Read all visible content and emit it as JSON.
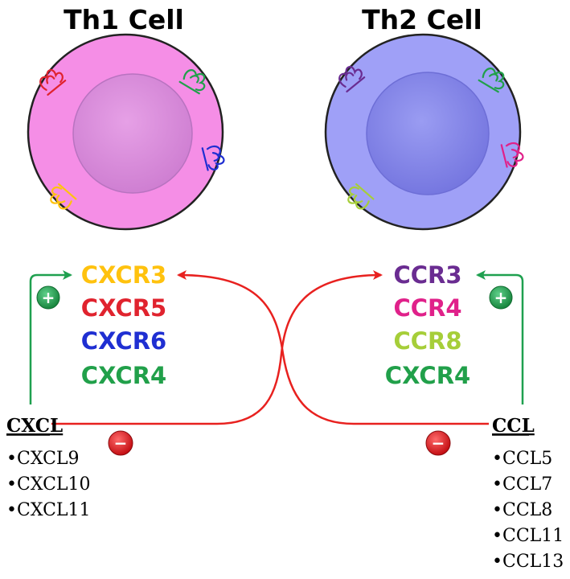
{
  "cells": [
    {
      "title": "Th1 Cell",
      "membrane_color": "#f58ee6",
      "nucleus_color": "#d98ad8",
      "receptor_colors": [
        "#e0232e",
        "#21a04a",
        "#1f2fd2",
        "#ffc20e"
      ]
    },
    {
      "title": "Th2 Cell",
      "membrane_color": "#9fa0f7",
      "nucleus_color": "#8686e8",
      "receptor_colors": [
        "#6a2c91",
        "#21a04a",
        "#e0218a",
        "#a6ce39"
      ]
    }
  ],
  "th1_receptors": [
    {
      "label": "CXCR3",
      "color": "#ffc20e"
    },
    {
      "label": "CXCR5",
      "color": "#e0232e"
    },
    {
      "label": "CXCR6",
      "color": "#1f2fd2"
    },
    {
      "label": "CXCR4",
      "color": "#21a04a"
    }
  ],
  "th2_receptors": [
    {
      "label": "CCR3",
      "color": "#6a2c91"
    },
    {
      "label": "CCR4",
      "color": "#e0218a"
    },
    {
      "label": "CCR8",
      "color": "#a6ce39"
    },
    {
      "label": "CXCR4",
      "color": "#21a04a"
    }
  ],
  "cxcl": {
    "heading": "CXCL",
    "items": [
      "CXCL9",
      "CXCL10",
      "CXCL11"
    ]
  },
  "ccl": {
    "heading": "CCL",
    "items": [
      "CCL5",
      "CCL7",
      "CCL8",
      "CCL11",
      "CCL13"
    ]
  },
  "signs": {
    "plus": "+",
    "minus": "−"
  },
  "colors": {
    "activation": "#1fa04f",
    "inhibition": "#e8211f",
    "plus_badge": "#1f9a4a",
    "minus_badge": "#e5141b"
  }
}
